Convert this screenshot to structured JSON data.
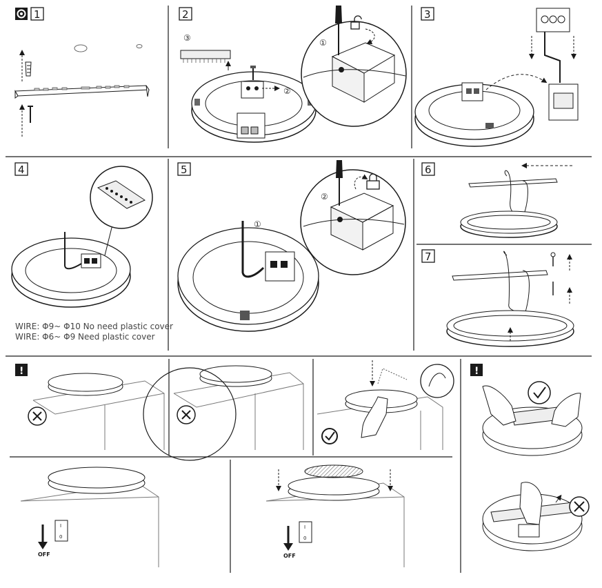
{
  "steps": {
    "s1": "1",
    "s2": "2",
    "s3": "3",
    "s4": "4",
    "s5": "5",
    "s6": "6",
    "s7": "7"
  },
  "callouts": {
    "c1": "①",
    "c2": "②",
    "c3": "③"
  },
  "warning_mark": "!",
  "wire_notes": [
    "WIRE: Φ9~ Φ10 No need plastic cover",
    "WIRE: Φ6~ Φ9 Need plastic cover"
  ],
  "switch": {
    "on": "I",
    "off_mark": "0",
    "off_label": "OFF"
  },
  "colors": {
    "line": "#1a1a1a",
    "light": "#777777",
    "fill": "#f2f2f2"
  },
  "icons": [
    "settings-icon",
    "screwdriver-icon",
    "unlock-icon",
    "lock-icon",
    "check-icon",
    "cross-icon",
    "hand-icon",
    "down-arrow-icon",
    "up-arrow-icon",
    "switch-icon"
  ]
}
